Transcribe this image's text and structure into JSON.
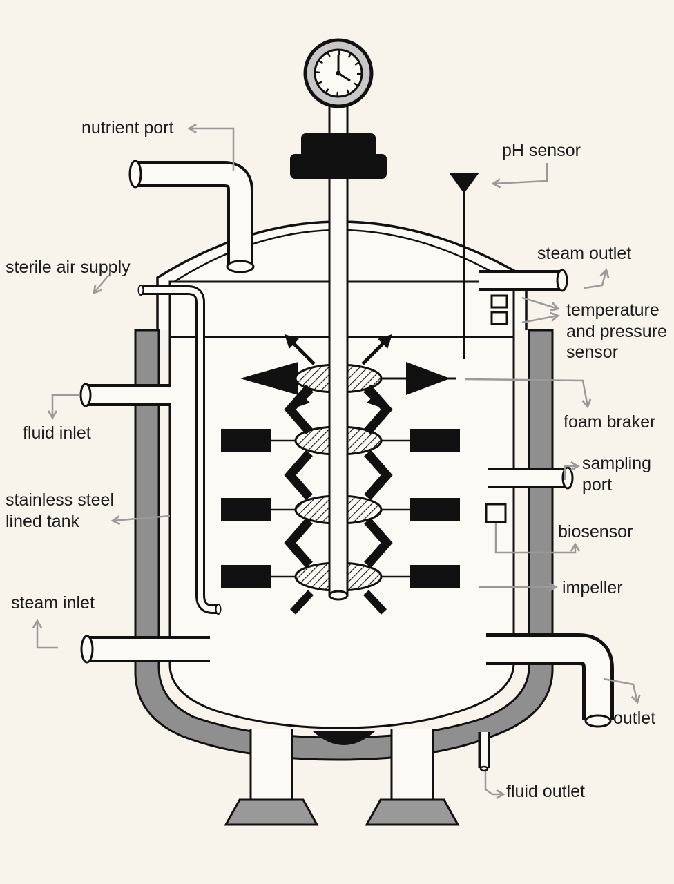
{
  "diagram": {
    "labels": {
      "nutrient_port": "nutrient port",
      "ph_sensor": "pH sensor",
      "sterile_air_supply": "sterile air supply",
      "steam_outlet": "steam outlet",
      "temperature_pressure_sensor": "temperature and pressure sensor",
      "fluid_inlet": "fluid inlet",
      "foam_braker": "foam braker",
      "sampling_port": "sampling port",
      "stainless_steel_lined_tank": "stainless steel lined tank",
      "biosensor": "biosensor",
      "steam_inlet": "steam inlet",
      "impeller": "impeller",
      "outlet": "outlet",
      "fluid_outlet": "fluid outlet"
    },
    "colors": {
      "background": "#f8f3eb",
      "outline": "#111111",
      "steel_gray": "#8f8f8f",
      "foot_gray": "#999999",
      "arrow_gray": "#9a9a9a",
      "gauge_ring": "#c8c8c8",
      "fill_white": "#fcfaf5"
    }
  }
}
